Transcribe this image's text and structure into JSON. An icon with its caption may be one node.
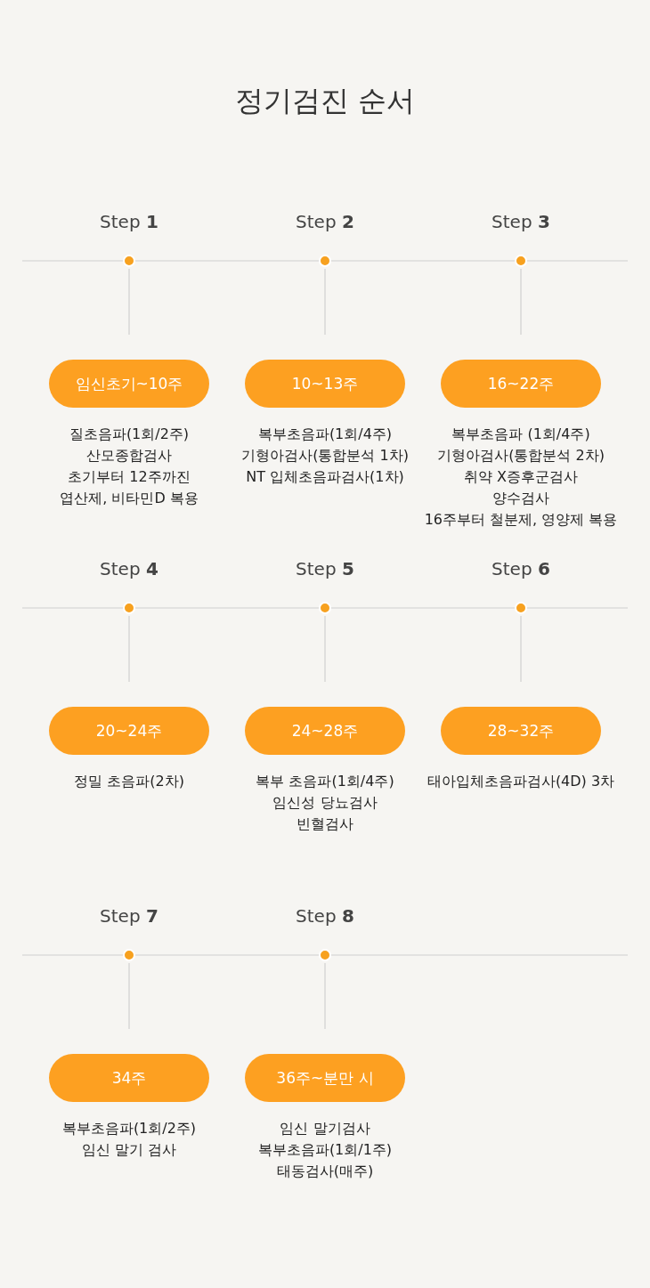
{
  "diagram": {
    "title": "정기검진 순서",
    "nodes": [
      {
        "text": [],
        "shape": "circle",
        "beside": [
          "Step **1**"
        ]
      },
      {
        "text": [
          "임신초기~10주"
        ],
        "beside": [
          "질초음파(1회/2주)",
          "산모종합검사",
          "초기부터 12주까진",
          "엽산제, 비타민D 복용"
        ]
      },
      {
        "text": [],
        "shape": "circle",
        "beside": [
          "Step **2**"
        ]
      },
      {
        "text": [
          "10~13주"
        ],
        "beside": [
          "복부초음파(1회/4주)",
          "기형아검사(통합분석 1차)",
          "NT 입체초음파검사(1차)"
        ]
      },
      {
        "text": [],
        "shape": "circle",
        "beside": [
          "Step **3**"
        ]
      },
      {
        "text": [
          "16~22주"
        ],
        "beside": [
          "복부초음파 (1회/4주)",
          "기형아검사(통합분석 2차)",
          "취약 X증후군검사",
          "양수검사",
          "16주부터 철분제, 영양제 복용"
        ]
      },
      {
        "text": [],
        "shape": "circle",
        "beside": [
          "Step **4**"
        ]
      },
      {
        "text": [
          "20~24주"
        ],
        "beside": [
          "정밀 초음파(2차)"
        ]
      },
      {
        "text": [],
        "shape": "circle",
        "beside": [
          "Step **5**"
        ]
      },
      {
        "text": [
          "24~28주"
        ],
        "beside": [
          "복부 초음파(1회/4주)",
          "임신성 당뇨검사",
          "빈혈검사"
        ]
      },
      {
        "text": [],
        "shape": "circle",
        "beside": [
          "Step **6**"
        ]
      },
      {
        "text": [
          "28~32주"
        ],
        "beside": [
          "태아입체초음파검사(4D) 3차"
        ]
      },
      {
        "text": [],
        "shape": "circle",
        "beside": [
          "Step **7**"
        ]
      },
      {
        "text": [
          "34주"
        ],
        "beside": [
          "복부초음파(1회/2주)",
          "임신 말기 검사"
        ]
      },
      {
        "text": [],
        "shape": "circle",
        "beside": [
          "Step **8**"
        ]
      },
      {
        "text": [
          "36주~분만 시"
        ],
        "beside": [
          "임신 말기검사",
          "복부초음파(1회/1주)",
          "태동검사(매주)"
        ]
      }
    ],
    "edges": [
      {
        "from": 0,
        "to": 1,
        "arrow": "none"
      },
      {
        "from": 2,
        "to": 3,
        "arrow": "none"
      },
      {
        "from": 4,
        "to": 5,
        "arrow": "none"
      },
      {
        "from": 6,
        "to": 7,
        "arrow": "none"
      },
      {
        "from": 8,
        "to": 9,
        "arrow": "none"
      },
      {
        "from": 10,
        "to": 11,
        "arrow": "none"
      },
      {
        "from": 12,
        "to": 13,
        "arrow": "none"
      },
      {
        "from": 14,
        "to": 15,
        "arrow": "none"
      }
    ]
  }
}
